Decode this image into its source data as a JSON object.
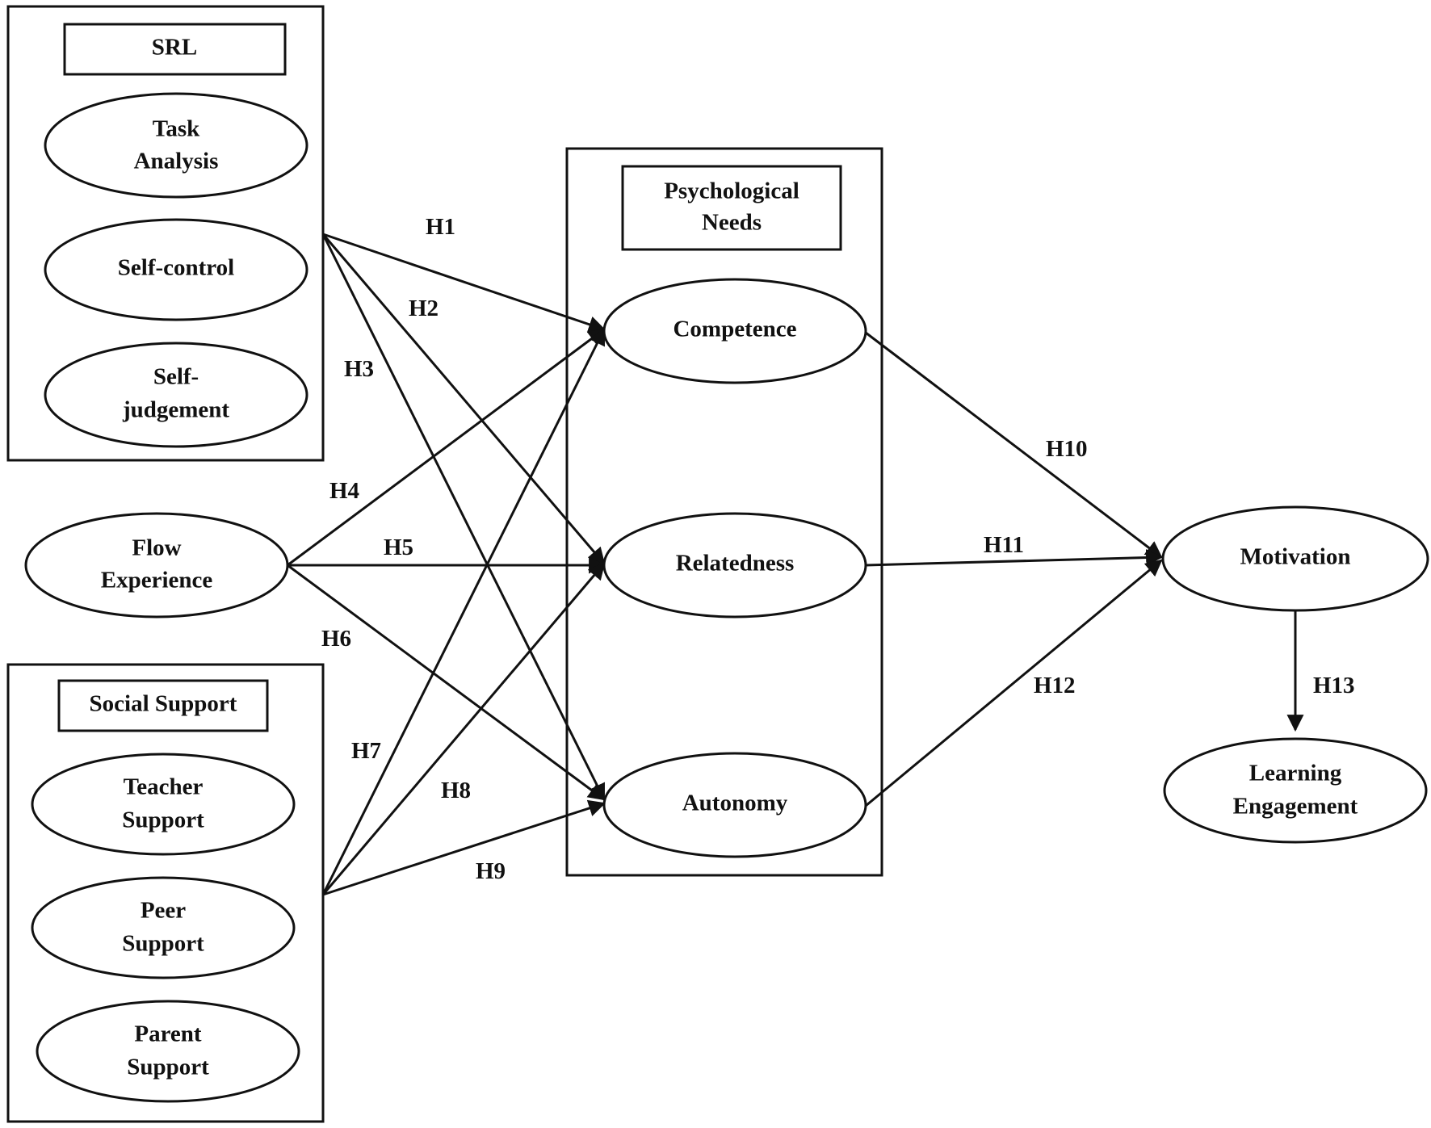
{
  "groups": {
    "srl": {
      "title": "SRL",
      "items": [
        [
          "Task",
          "Analysis"
        ],
        [
          "Self-control"
        ],
        [
          "Self-",
          "judgement"
        ]
      ]
    },
    "social_support": {
      "title": "Social Support",
      "items": [
        [
          "Teacher",
          "Support"
        ],
        [
          "Peer",
          "Support"
        ],
        [
          "Parent",
          "Support"
        ]
      ]
    },
    "psych_needs": {
      "title_lines": [
        "Psychological",
        "Needs"
      ],
      "items": [
        [
          "Competence"
        ],
        [
          "Relatedness"
        ],
        [
          "Autonomy"
        ]
      ]
    }
  },
  "nodes": {
    "flow_experience": [
      "Flow",
      "Experience"
    ],
    "motivation": [
      "Motivation"
    ],
    "learning_engagement": [
      "Learning",
      "Engagement"
    ]
  },
  "hypotheses": [
    "H1",
    "H2",
    "H3",
    "H4",
    "H5",
    "H6",
    "H7",
    "H8",
    "H9",
    "H10",
    "H11",
    "H12",
    "H13"
  ],
  "colors": {
    "stroke": "#111111",
    "fill": "#ffffff"
  }
}
